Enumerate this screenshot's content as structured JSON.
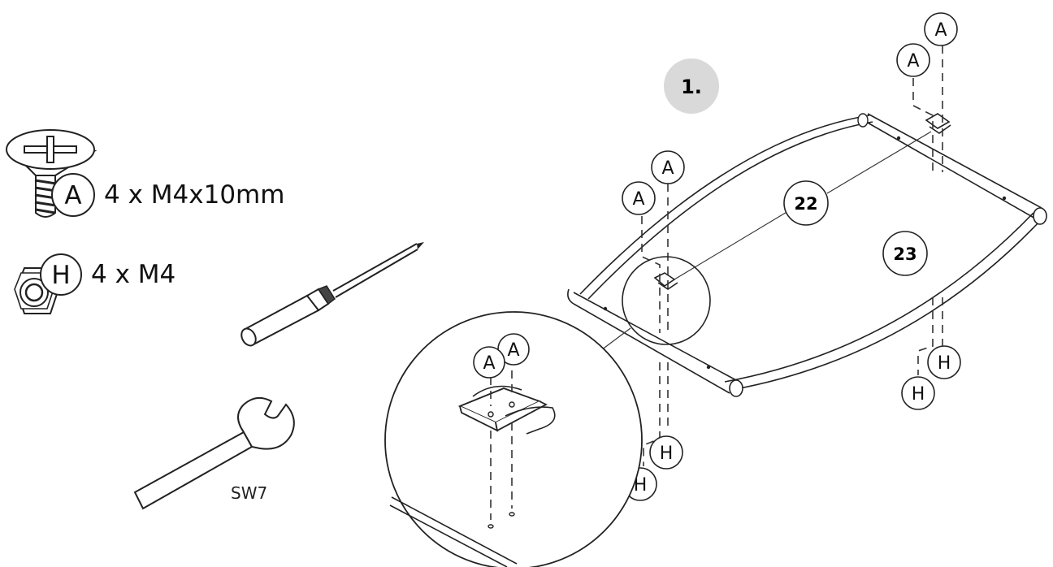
{
  "step": {
    "label": "1.",
    "badge_color": "#d9d9d9"
  },
  "parts": [
    {
      "letter": "A",
      "quantity_label": "4 x M4x10mm",
      "icon": "countersunk-screw-icon"
    },
    {
      "letter": "H",
      "quantity_label": "4 x M4",
      "icon": "hex-nut-icon"
    }
  ],
  "tools": [
    {
      "icon": "screwdriver-icon",
      "label": ""
    },
    {
      "icon": "wrench-icon",
      "label": "SW7"
    }
  ],
  "components": [
    "22",
    "23"
  ],
  "fastener_letters": {
    "screw": "A",
    "nut": "H"
  }
}
